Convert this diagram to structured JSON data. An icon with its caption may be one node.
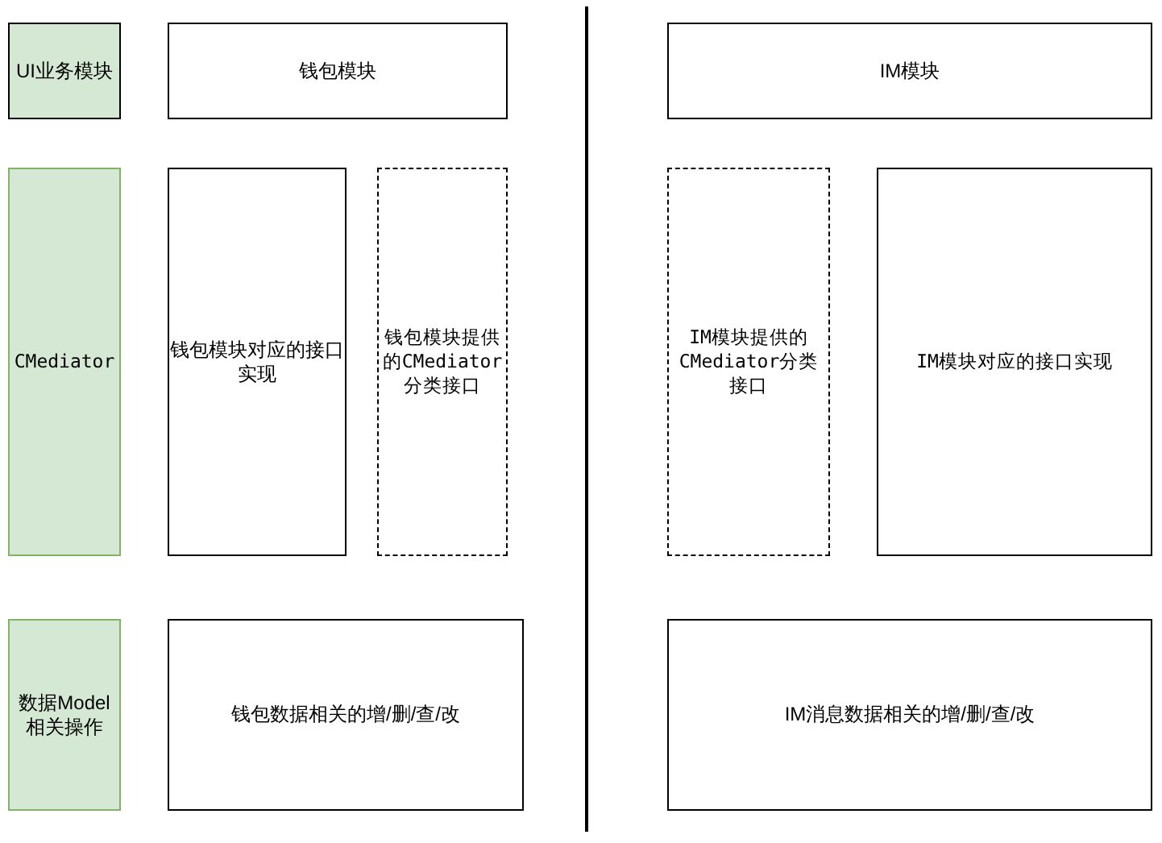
{
  "diagram": {
    "nodes": [
      {
        "text": [
          "UI业务模块"
        ]
      },
      {
        "text": [
          "钱包模块"
        ]
      },
      {
        "text": [
          "IM模块"
        ]
      },
      {
        "text": [
          "CMediator"
        ]
      },
      {
        "text": [
          "钱包模块对应的接口实现"
        ]
      },
      {
        "text": [
          "钱包模块提供的CMediator分类接口"
        ]
      },
      {
        "text": [
          "IM模块提供的CMediator分类接口"
        ]
      },
      {
        "text": [
          "IM模块对应的接口实现"
        ]
      },
      {
        "text": [
          "数据Model相关操作"
        ]
      },
      {
        "text": [
          "钱包数据相关的增/删/查/改"
        ]
      },
      {
        "text": [
          "IM消息数据相关的增/删/查/改"
        ]
      }
    ]
  }
}
